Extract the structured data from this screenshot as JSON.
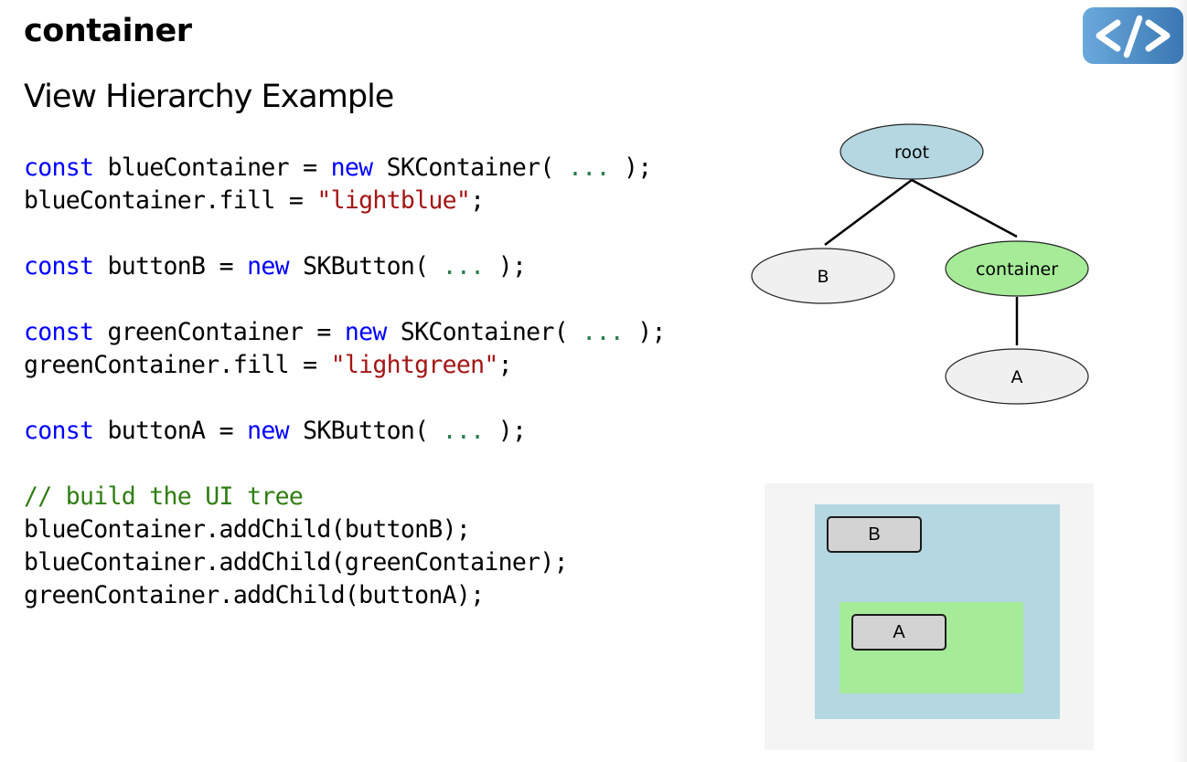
{
  "header": {
    "title": "container",
    "subtitle": "View Hierarchy Example",
    "logo_icon": "code-brackets-icon"
  },
  "code": {
    "lines": [
      [
        {
          "t": "const",
          "c": "kw"
        },
        {
          "t": " blueContainer = "
        },
        {
          "t": "new",
          "c": "kw"
        },
        {
          "t": " SKContainer( "
        },
        {
          "t": "...",
          "c": "ell"
        },
        {
          "t": " );"
        }
      ],
      [
        {
          "t": "blueContainer.fill = "
        },
        {
          "t": "\"lightblue\"",
          "c": "str"
        },
        {
          "t": ";"
        }
      ],
      [],
      [
        {
          "t": "const",
          "c": "kw"
        },
        {
          "t": " buttonB = "
        },
        {
          "t": "new",
          "c": "kw"
        },
        {
          "t": " SKButton( "
        },
        {
          "t": "...",
          "c": "ell"
        },
        {
          "t": " );"
        }
      ],
      [],
      [
        {
          "t": "const",
          "c": "kw"
        },
        {
          "t": " greenContainer = "
        },
        {
          "t": "new",
          "c": "kw"
        },
        {
          "t": " SKContainer( "
        },
        {
          "t": "...",
          "c": "ell"
        },
        {
          "t": " );"
        }
      ],
      [
        {
          "t": "greenContainer.fill = "
        },
        {
          "t": "\"lightgreen\"",
          "c": "str"
        },
        {
          "t": ";"
        }
      ],
      [],
      [
        {
          "t": "const",
          "c": "kw"
        },
        {
          "t": " buttonA = "
        },
        {
          "t": "new",
          "c": "kw"
        },
        {
          "t": " SKButton( "
        },
        {
          "t": "...",
          "c": "ell"
        },
        {
          "t": " );"
        }
      ],
      [],
      [
        {
          "t": "// build the UI tree",
          "c": "cm"
        }
      ],
      [
        {
          "t": "blueContainer.addChild(buttonB);"
        }
      ],
      [
        {
          "t": "blueContainer.addChild(greenContainer);"
        }
      ],
      [
        {
          "t": "greenContainer.addChild(buttonA);"
        }
      ]
    ]
  },
  "tree": {
    "nodes": [
      {
        "id": "root",
        "label": "root",
        "fill": "#b4d7e2"
      },
      {
        "id": "B",
        "label": "B",
        "fill": "#f0f0f0"
      },
      {
        "id": "container",
        "label": "container",
        "fill": "#a5eb98"
      },
      {
        "id": "A",
        "label": "A",
        "fill": "#f0f0f0"
      }
    ],
    "edges": [
      [
        "root",
        "B"
      ],
      [
        "root",
        "container"
      ],
      [
        "container",
        "A"
      ]
    ]
  },
  "preview": {
    "blue_fill": "#b4d7e2",
    "green_fill": "#a5eb98",
    "button_b_label": "B",
    "button_a_label": "A"
  }
}
